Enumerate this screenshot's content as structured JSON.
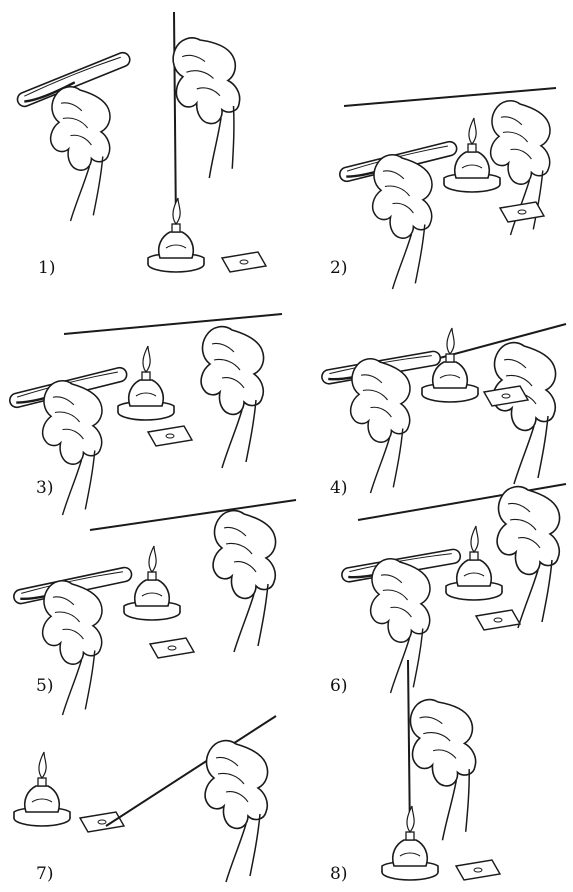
{
  "steps": [
    {
      "label": "1)"
    },
    {
      "label": "2)"
    },
    {
      "label": "3)"
    },
    {
      "label": "4)"
    },
    {
      "label": "5)"
    },
    {
      "label": "6)"
    },
    {
      "label": "7)"
    },
    {
      "label": "8)"
    }
  ],
  "icons": {
    "hand": "hand-icon",
    "tube": "test-tube-icon",
    "loop": "inoculating-loop-icon",
    "burner": "spirit-lamp-icon",
    "slide": "glass-slide-icon"
  },
  "colors": {
    "ink": "#1a1a1a",
    "paper": "#ffffff"
  }
}
